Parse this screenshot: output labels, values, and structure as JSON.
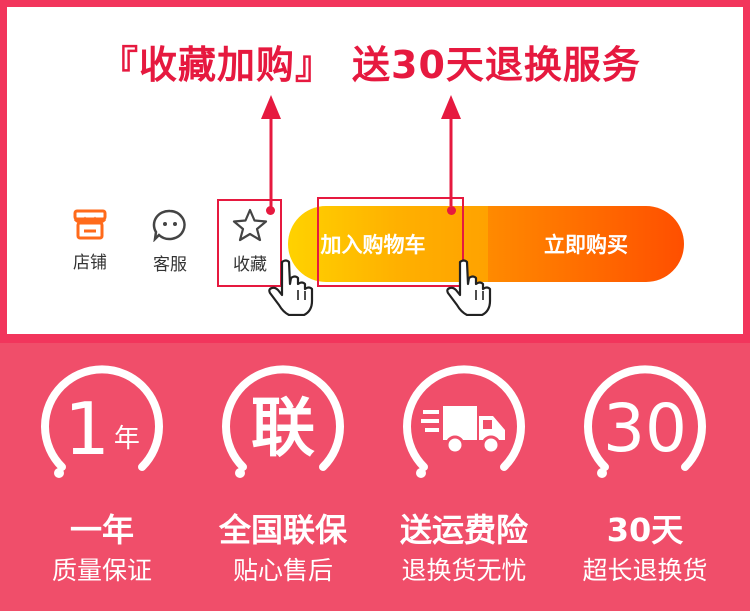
{
  "headline": {
    "left": "『收藏加购』",
    "right": "送30天退换服务"
  },
  "toolbar": {
    "store_label": "店铺",
    "service_label": "客服",
    "favorite_label": "收藏",
    "cart_button_label": "加入购物车",
    "buy_button_label": "立即购买"
  },
  "features": [
    {
      "badge_main": "1",
      "badge_sub": "年",
      "title": "一年",
      "subtitle": "质量保证"
    },
    {
      "badge_main": "联",
      "badge_sub": "",
      "title": "全国联保",
      "subtitle": "贴心售后"
    },
    {
      "badge_main": "",
      "badge_sub": "",
      "title": "送运费险",
      "subtitle": "退换货无忧"
    },
    {
      "badge_main": "30",
      "badge_sub": "",
      "title": "30天",
      "subtitle": "超长退换货"
    }
  ],
  "colors": {
    "accent_red": "#e6193f",
    "panel_border": "#f2355c",
    "bottom_bg": "#f04e6a",
    "cart_gradient_start": "#ffd200",
    "buy_gradient_end": "#ff4f00",
    "store_icon": "#ff6a1a"
  },
  "icons": [
    "store-icon",
    "chat-face-icon",
    "star-icon",
    "pointer-hand-icon",
    "arrow-up-icon",
    "truck-icon"
  ]
}
